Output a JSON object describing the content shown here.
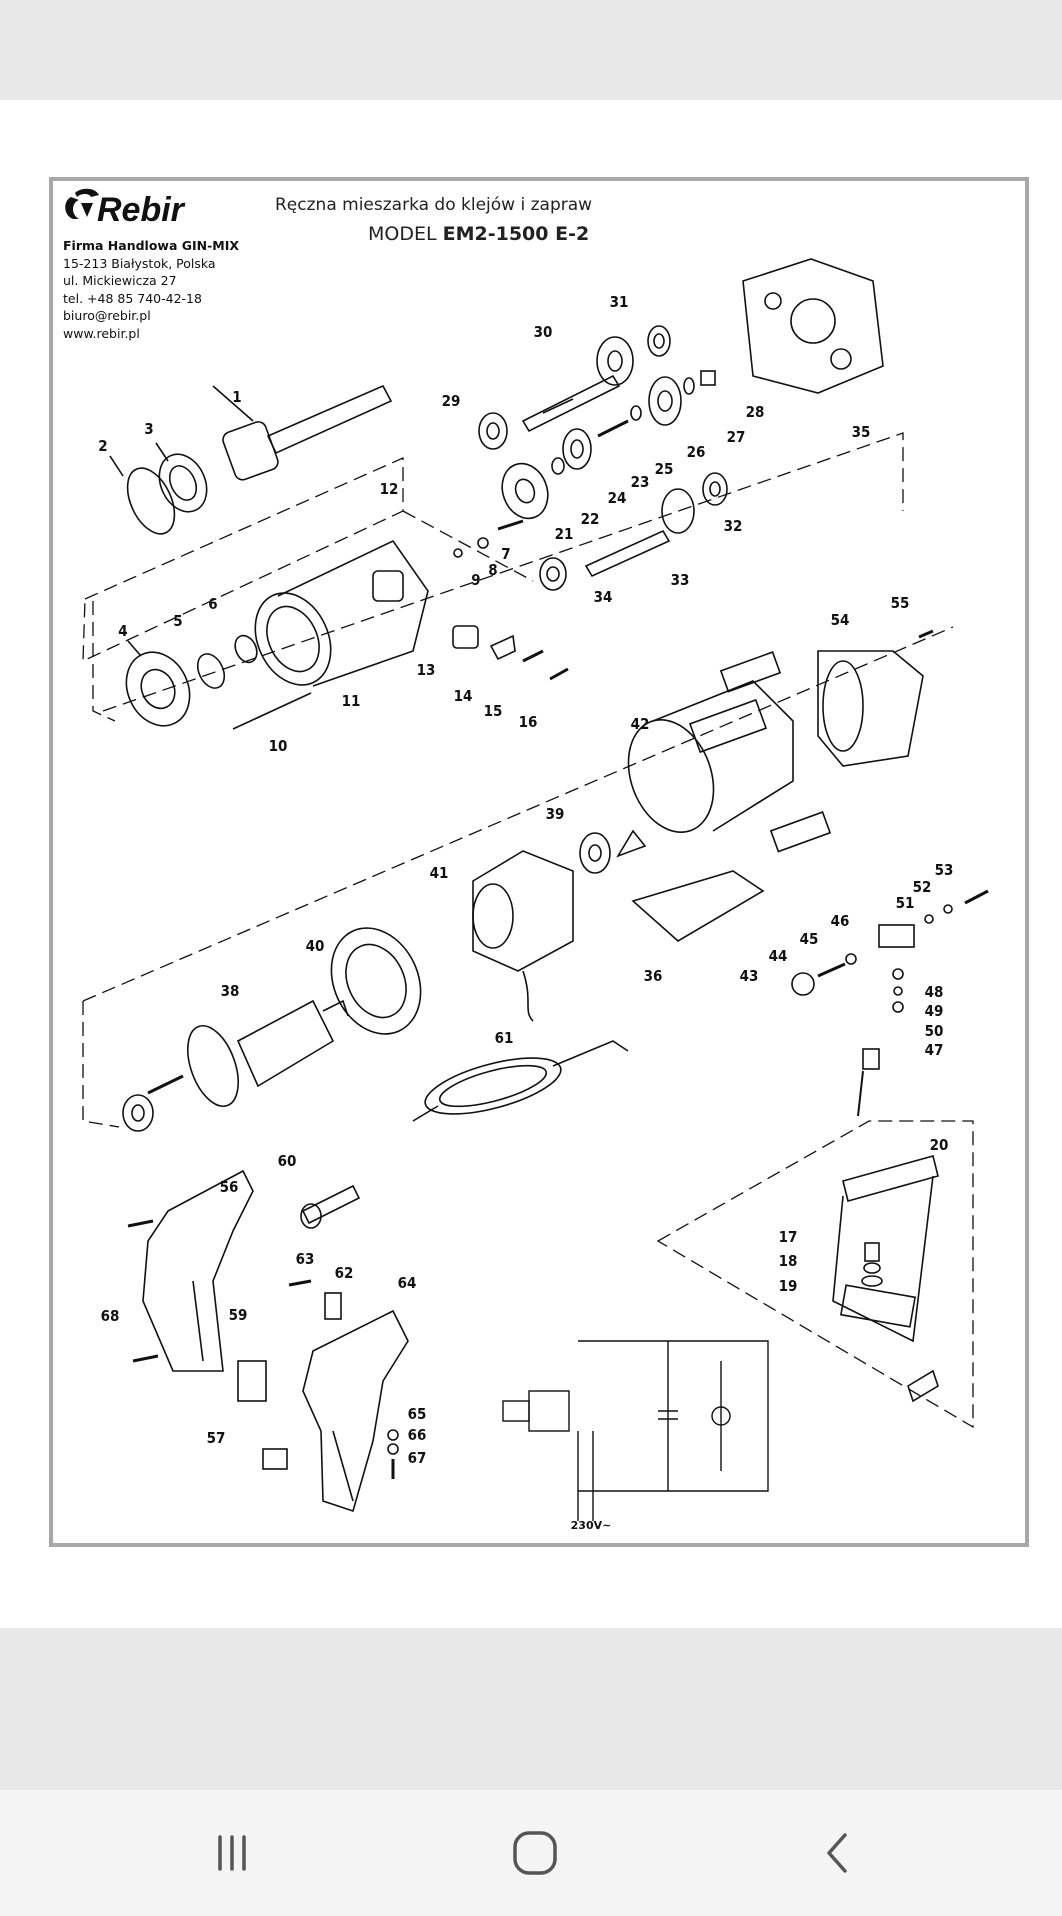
{
  "document": {
    "company_name": "Firma Handlowa GIN-MIX",
    "address_line1": "15-213 Białystok, Polska",
    "address_line2": "ul. Mickiewicza 27",
    "phone": "tel. +48 85 740-42-18",
    "email": "biuro@rebir.pl",
    "website": "www.rebir.pl",
    "title_line1": "Ręczna mieszarka do klejów i zapraw",
    "model_prefix": "MODEL ",
    "model_code": "EM2-1500 E-2",
    "voltage_label": "230V~"
  },
  "logo": {
    "text": "Rebir"
  },
  "part_numbers": [
    "1",
    "2",
    "3",
    "4",
    "5",
    "6",
    "7",
    "8",
    "9",
    "10",
    "11",
    "12",
    "13",
    "14",
    "15",
    "16",
    "17",
    "18",
    "19",
    "20",
    "21",
    "22",
    "23",
    "24",
    "25",
    "26",
    "27",
    "28",
    "29",
    "30",
    "31",
    "32",
    "33",
    "34",
    "35",
    "36",
    "38",
    "39",
    "40",
    "41",
    "42",
    "43",
    "44",
    "45",
    "46",
    "47",
    "48",
    "49",
    "50",
    "51",
    "52",
    "53",
    "54",
    "55",
    "56",
    "57",
    "59",
    "60",
    "61",
    "62",
    "63",
    "64",
    "65",
    "66",
    "67",
    "68"
  ],
  "navigation": {
    "recents_icon": "recents-icon",
    "home_icon": "home-icon",
    "back_icon": "back-icon"
  },
  "colors": {
    "frame": "#a8a8a8",
    "ink": "#111111",
    "system_bar": "#e8e8e8"
  }
}
